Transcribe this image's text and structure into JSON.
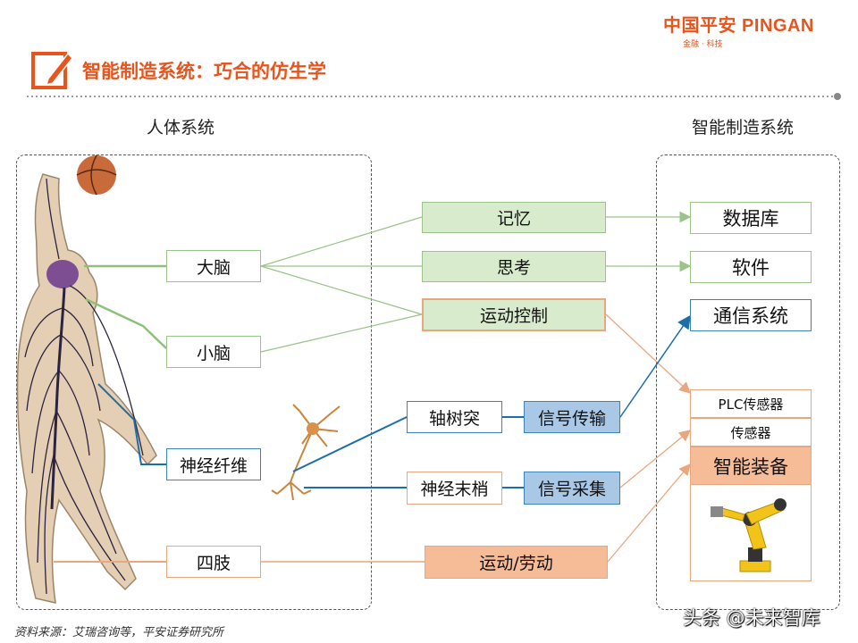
{
  "logo": {
    "main": "中国平安 PINGAN",
    "sub": "金融 · 科技"
  },
  "title": "智能制造系统：巧合的仿生学",
  "headers": {
    "left": "人体系统",
    "right": "智能制造系统"
  },
  "body_nodes": {
    "brain": "大脑",
    "cerebellum": "小脑",
    "nerve_fiber": "神经纤维",
    "limbs": "四肢"
  },
  "mid_nodes": {
    "memory": "记忆",
    "thinking": "思考",
    "motor_control": "运动控制",
    "dendrite": "轴树突",
    "nerve_ending": "神经末梢",
    "labor": "运动/劳动"
  },
  "signal_nodes": {
    "transmit": "信号传输",
    "collect": "信号采集"
  },
  "right_nodes": {
    "database": "数据库",
    "software": "软件",
    "comm": "通信系统",
    "plc": "PLC传感器",
    "sensor": "传感器",
    "equipment": "智能装备"
  },
  "source": "资料来源：艾瑞咨询等，平安证券研究所",
  "watermark": "头条 @未来智库",
  "colors": {
    "brand": "#e8541c",
    "green": "#9bc489",
    "green_fill": "#d8ebcc",
    "blue": "#1a6fa8",
    "blue_fill": "#a9c8e6",
    "orange": "#e9a780",
    "orange_fill": "#f6bb97"
  }
}
